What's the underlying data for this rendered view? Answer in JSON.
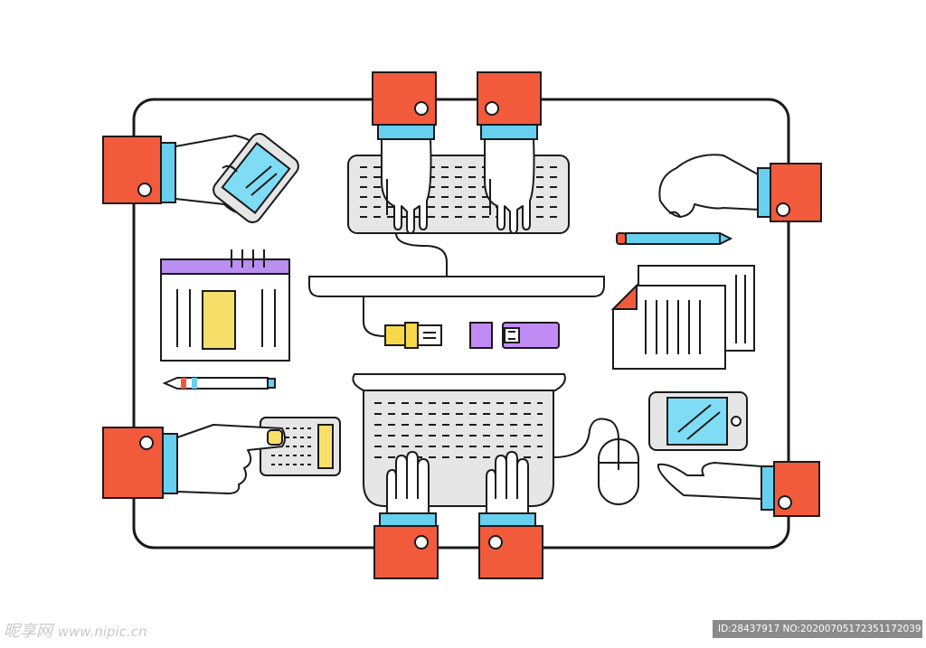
{
  "colors": {
    "outline": "#1a1a1a",
    "sleeve": "#f25a3c",
    "cuff": "#67d0ef",
    "device_gray": "#e6e6e6",
    "screen_blue": "#7fdcf5",
    "calendar_purple": "#b98ff0",
    "note_yellow": "#f6e06a",
    "usb_yellow": "#f6d84a",
    "usb_purple": "#c08cf3",
    "watermark_bg": "#8a8a8a"
  },
  "watermark": {
    "brand": "昵享网",
    "site": "www.nipic.cn",
    "id_text": "ID:28437917 NO:20200705172351172039"
  }
}
